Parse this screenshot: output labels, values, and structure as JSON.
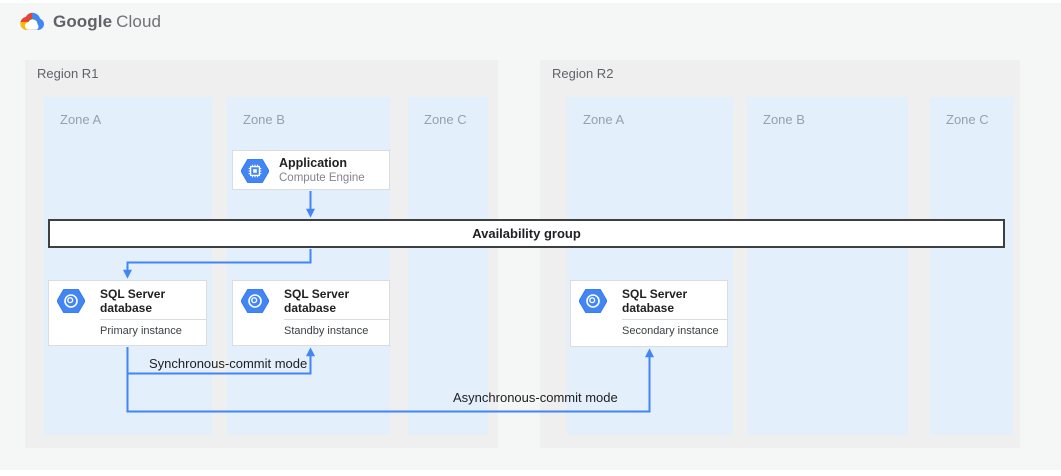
{
  "logo": {
    "google": "Google",
    "cloud": "Cloud"
  },
  "regions": [
    {
      "label": "Region R1",
      "zones": [
        "Zone A",
        "Zone B",
        "Zone C"
      ]
    },
    {
      "label": "Region R2",
      "zones": [
        "Zone A",
        "Zone B",
        "Zone C"
      ]
    }
  ],
  "nodes": {
    "application": {
      "title": "Application",
      "subtitle": "Compute Engine",
      "icon": "compute-engine-icon"
    },
    "availability_group": {
      "label": "Availability group"
    },
    "primary_db": {
      "title": "SQL Server database",
      "subtitle": "Primary instance",
      "icon": "cloud-sql-icon"
    },
    "standby_db": {
      "title": "SQL Server database",
      "subtitle": "Standby instance",
      "icon": "cloud-sql-icon"
    },
    "secondary_db": {
      "title": "SQL Server database",
      "subtitle": "Secondary instance",
      "icon": "cloud-sql-icon"
    }
  },
  "connections": {
    "sync_label": "Synchronous-commit mode",
    "async_label": "Asynchronous-commit mode"
  },
  "colors": {
    "arrow_blue": "#4285f4",
    "zone_fill": "#e3effb",
    "region_fill": "#efefef",
    "canvas_fill": "#f5f6f6",
    "bar_border": "#3c4043",
    "google_blue": "#4285f4",
    "google_red": "#ea4335",
    "google_yellow": "#fbbc05",
    "google_green": "#34a853"
  }
}
